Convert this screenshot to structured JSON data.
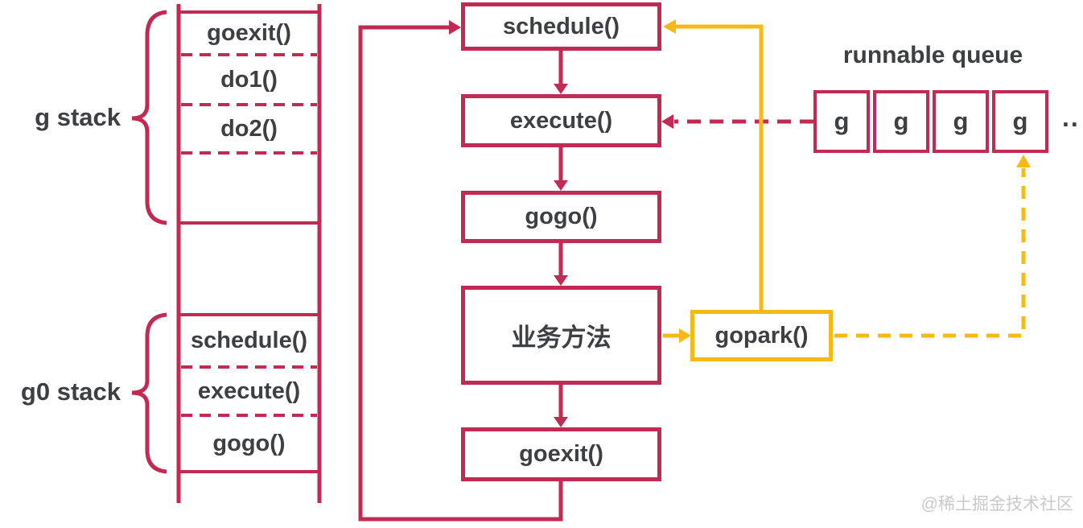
{
  "colors": {
    "crimson": "#C12A52",
    "gold": "#F7B915",
    "text": "#3E3F43",
    "watermark": "#C9C9C9"
  },
  "stacks": {
    "g": {
      "label": "g stack",
      "frames": [
        "goexit()",
        "do1()",
        "do2()"
      ]
    },
    "g0": {
      "label": "g0 stack",
      "frames": [
        "schedule()",
        "execute()",
        "gogo()"
      ]
    }
  },
  "flow": {
    "schedule": "schedule()",
    "execute": "execute()",
    "gogo": "gogo()",
    "business": "业务方法",
    "goexit": "goexit()",
    "gopark": "gopark()"
  },
  "queue": {
    "title": "runnable queue",
    "items": [
      "g",
      "g",
      "g",
      "g"
    ],
    "ellipsis": ".."
  },
  "watermark": "@稀土掘金技术社区"
}
